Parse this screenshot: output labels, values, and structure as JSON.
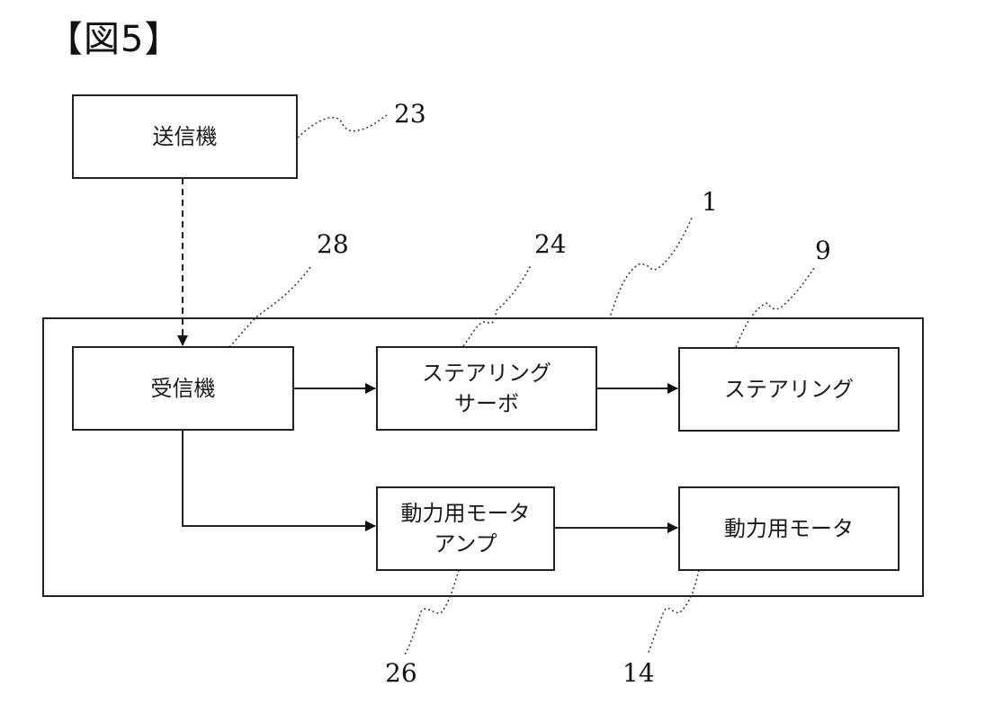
{
  "figure": {
    "title": "【図5】"
  },
  "blocks": {
    "transmitter": {
      "label": "送信機",
      "ref": "23"
    },
    "receiver": {
      "label": "受信機",
      "ref": "28"
    },
    "steering_servo": {
      "line1": "ステアリング",
      "line2": "サーボ",
      "ref": "24"
    },
    "steering": {
      "label": "ステアリング",
      "ref": "9"
    },
    "motor_amp": {
      "line1": "動力用モータ",
      "line2": "アンプ",
      "ref": "26"
    },
    "drive_motor": {
      "label": "動力用モータ",
      "ref": "14"
    },
    "vehicle": {
      "ref": "1"
    }
  },
  "connections": [
    {
      "from": "transmitter",
      "to": "receiver",
      "style": "dashed",
      "meaning": "wireless signal"
    },
    {
      "from": "receiver",
      "to": "steering_servo",
      "style": "solid"
    },
    {
      "from": "steering_servo",
      "to": "steering",
      "style": "solid"
    },
    {
      "from": "receiver",
      "to": "motor_amp",
      "style": "solid"
    },
    {
      "from": "motor_amp",
      "to": "drive_motor",
      "style": "solid"
    }
  ]
}
